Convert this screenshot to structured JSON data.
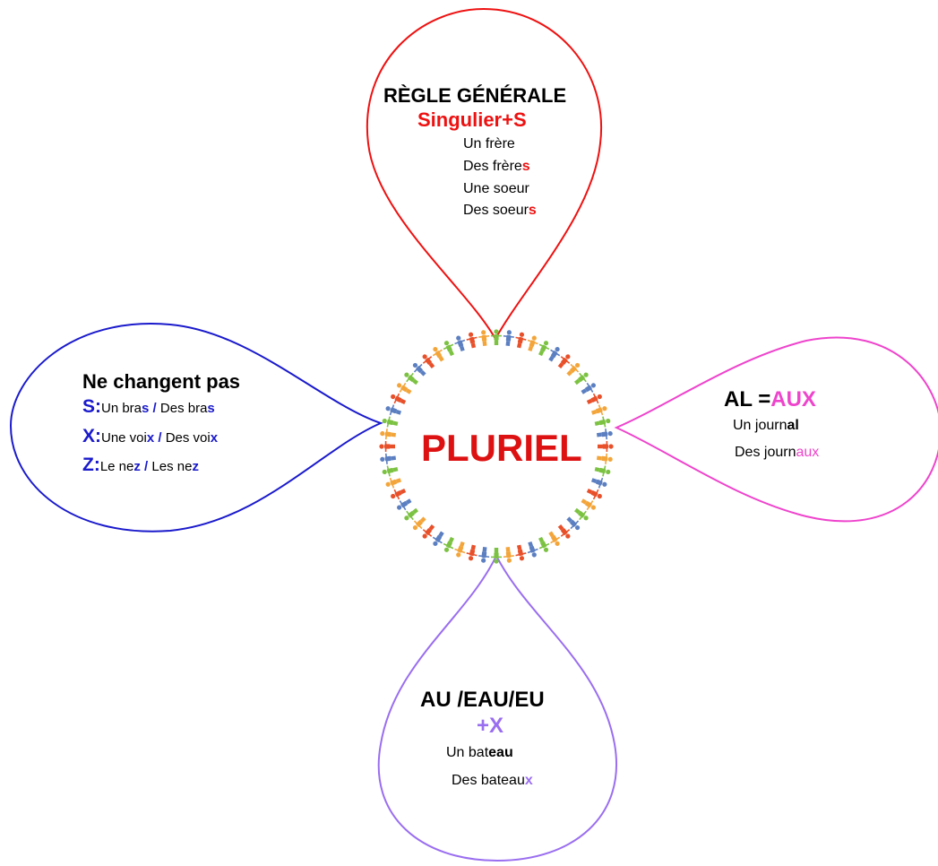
{
  "colors": {
    "red": "#ee1111",
    "blue": "#1a1acc",
    "magenta": "#ee44cc",
    "purple": "#9a6ef0",
    "center_title": "#dd1111"
  },
  "center": {
    "title": "PLURIEL",
    "ring_icon": "people-holding-hands-ring"
  },
  "top": {
    "heading": "RÈGLE GÉNÉRALE",
    "rule": "Singulier+S",
    "ex1": "Un frère",
    "ex2_base": "Des frère",
    "ex2_suffix": "s",
    "ex3": "Une soeur",
    "ex4_base": "Des soeur",
    "ex4_suffix": "s"
  },
  "left": {
    "heading": "Ne changent pas",
    "rows": [
      {
        "letter": "S:",
        "sing_base": "Un bra",
        "sing_end": "s",
        "sep": " / ",
        "plur_base": "Des bra",
        "plur_end": "s"
      },
      {
        "letter": "X:",
        "sing_base": "Une voi",
        "sing_end": "x",
        "sep": " / ",
        "plur_base": "Des voi",
        "plur_end": "x"
      },
      {
        "letter": "Z:",
        "sing_base": "Le ne",
        "sing_end": "z",
        "sep": " / ",
        "plur_base": "Les ne",
        "plur_end": "z"
      }
    ]
  },
  "right": {
    "heading_prefix": "AL =",
    "heading_suffix": "AUX",
    "ex1_base": "Un journ",
    "ex1_end": "al",
    "ex2_base": "Des journ",
    "ex2_end": "aux"
  },
  "bottom": {
    "heading": "AU /EAU/EU",
    "rule": "+X",
    "ex1_base": "Un bat",
    "ex1_end": "eau",
    "ex2_base": "Des bateau",
    "ex2_end": "x"
  }
}
